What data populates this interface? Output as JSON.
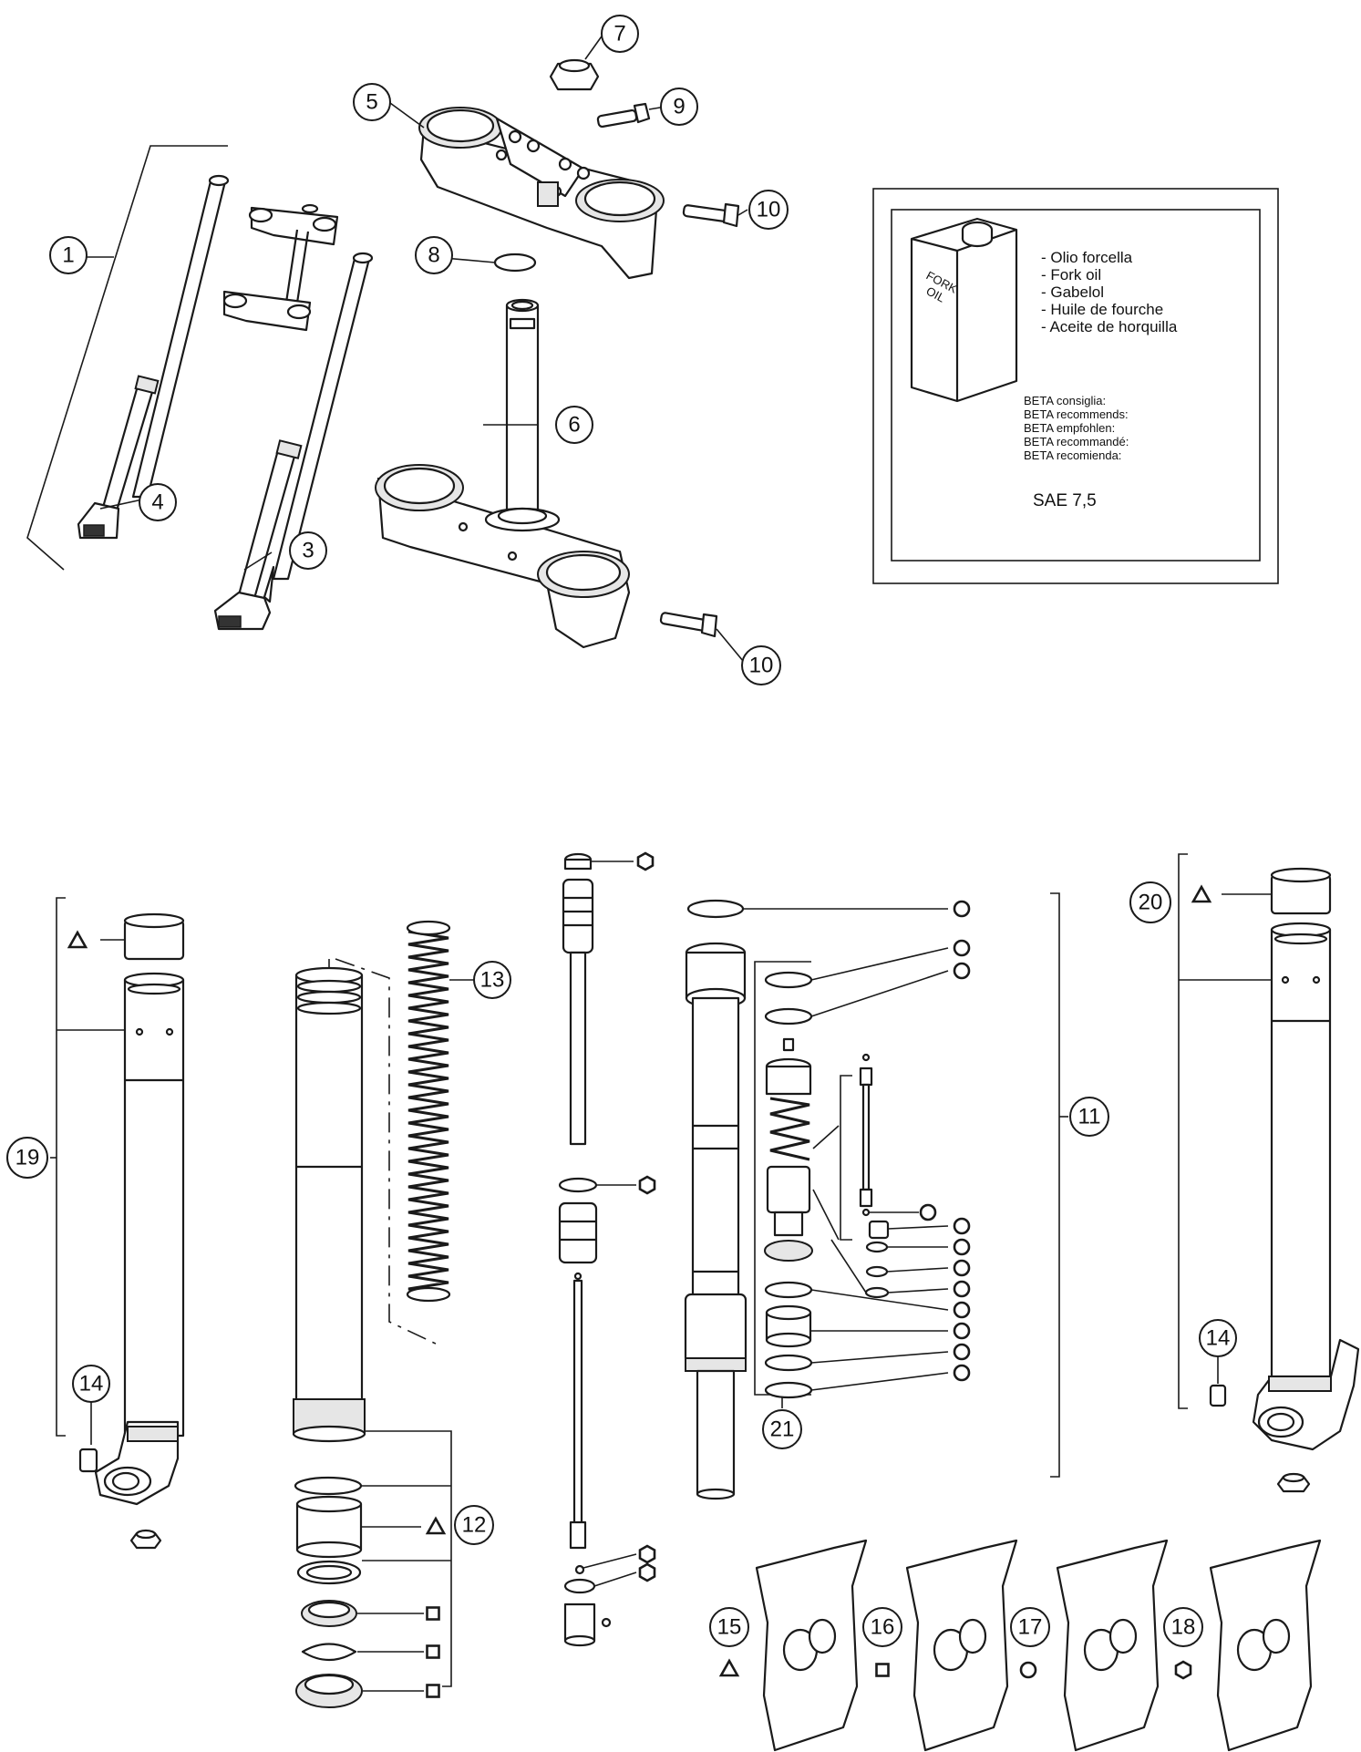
{
  "callouts": {
    "c1": "1",
    "c3": "3",
    "c4": "4",
    "c5": "5",
    "c6": "6",
    "c7": "7",
    "c8": "8",
    "c9": "9",
    "c10a": "10",
    "c10b": "10",
    "c11": "11",
    "c12": "12",
    "c13": "13",
    "c14a": "14",
    "c14b": "14",
    "c15": "15",
    "c16": "16",
    "c17": "17",
    "c18": "18",
    "c19": "19",
    "c20": "20",
    "c21": "21"
  },
  "oil_box": {
    "can_label_1": "FORK",
    "can_label_2": "OIL",
    "names": [
      "- Olio forcella",
      "- Fork oil",
      "- Gabelol",
      "- Huile de fourche",
      "- Aceite de horquilla"
    ],
    "recommend": [
      "BETA consiglia:",
      "BETA recommends:",
      "BETA empfohlen:",
      "BETA recommandé:",
      "BETA recomienda:"
    ],
    "grade": "SAE 7,5"
  },
  "kit_symbols": {
    "kit_15": "triangle-icon",
    "kit_16": "square-icon",
    "kit_17": "circle-icon",
    "kit_18": "hexagon-icon"
  },
  "colors": {
    "line": "#1a1a1a",
    "background": "#ffffff"
  }
}
